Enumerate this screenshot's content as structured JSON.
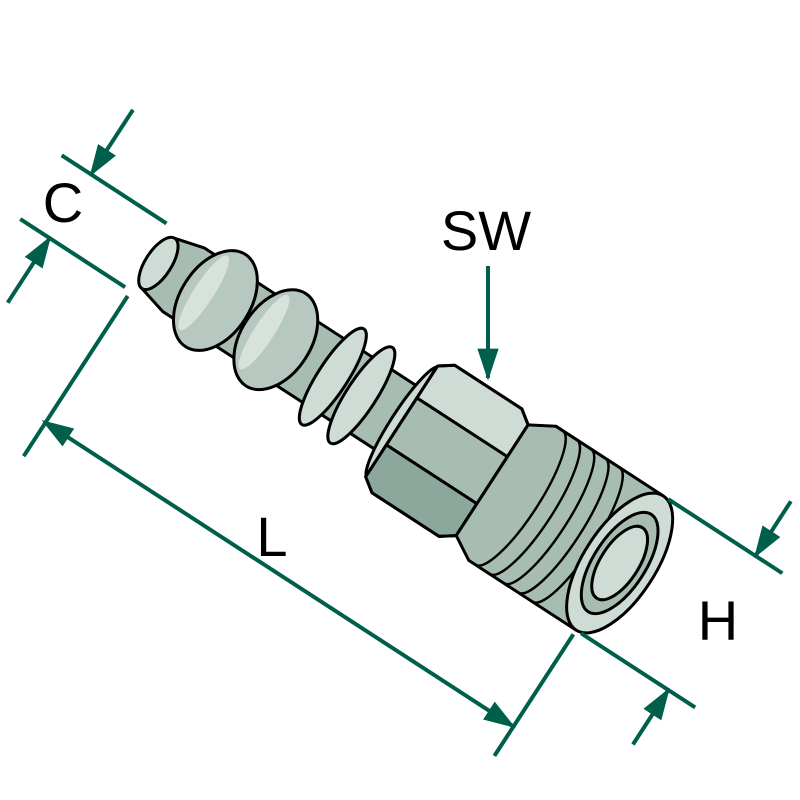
{
  "figure": {
    "description": "Line-art technical drawing of a hose barb fitting with ribbed hose tail, hex nut and external male thread, shown in isometric view with dimension callouts",
    "labels": {
      "c": "C",
      "sw": "SW",
      "l": "L",
      "h": "H"
    }
  },
  "colors": {
    "background": "#ffffff",
    "outline": "#000000",
    "label": "#000000",
    "dim-color": "#005f4b",
    "body-light": "#cfdbd5",
    "body-mid": "#a7bdb2",
    "body-dark": "#8ca79b",
    "body-bulge": "#b6c8bf",
    "body-highlight": "#d8e2dc"
  }
}
